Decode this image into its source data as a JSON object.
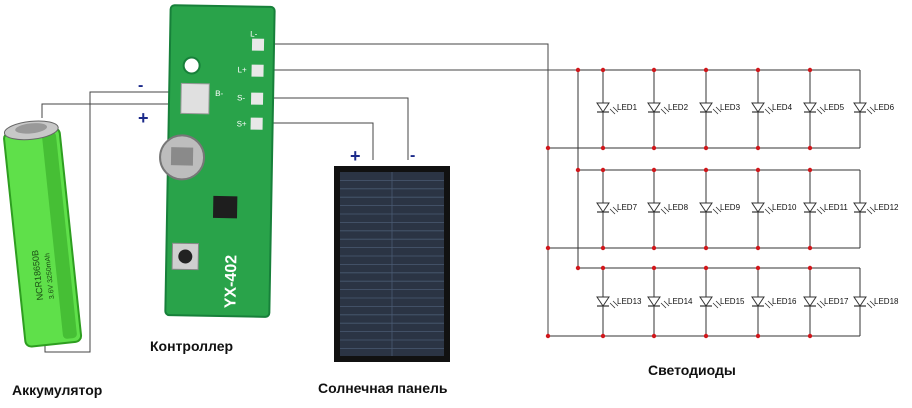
{
  "labels": {
    "battery": "Аккумулятор",
    "controller": "Контроллер",
    "solar": "Солнечная панель",
    "leds": "Светодиоды"
  },
  "battery": {
    "label_text": "NCR18650B",
    "label_sub": "3.6V 3250mAh",
    "plus": "+",
    "minus": "-",
    "colors": {
      "body": "#5fe04a",
      "body_dark": "#2e9e20",
      "cap": "#c8c8c8"
    }
  },
  "controller": {
    "model": "YX-402",
    "pins": [
      "L-",
      "L+",
      "B-",
      "S-",
      "S+"
    ],
    "colors": {
      "pcb": "#29a34a",
      "pcb_dark": "#17803a"
    }
  },
  "solar": {
    "plus": "+",
    "minus": "-",
    "colors": {
      "cell": "#2b3444",
      "frame": "#111111"
    }
  },
  "led_matrix": {
    "rows": [
      [
        "LED1",
        "LED2",
        "LED3",
        "LED4",
        "LED5",
        "LED6"
      ],
      [
        "LED7",
        "LED8",
        "LED9",
        "LED10",
        "LED11",
        "LED12"
      ],
      [
        "LED13",
        "LED14",
        "LED15",
        "LED16",
        "LED17",
        "LED18"
      ]
    ],
    "colors": {
      "wire": "#333333",
      "node": "#d0181c"
    }
  }
}
